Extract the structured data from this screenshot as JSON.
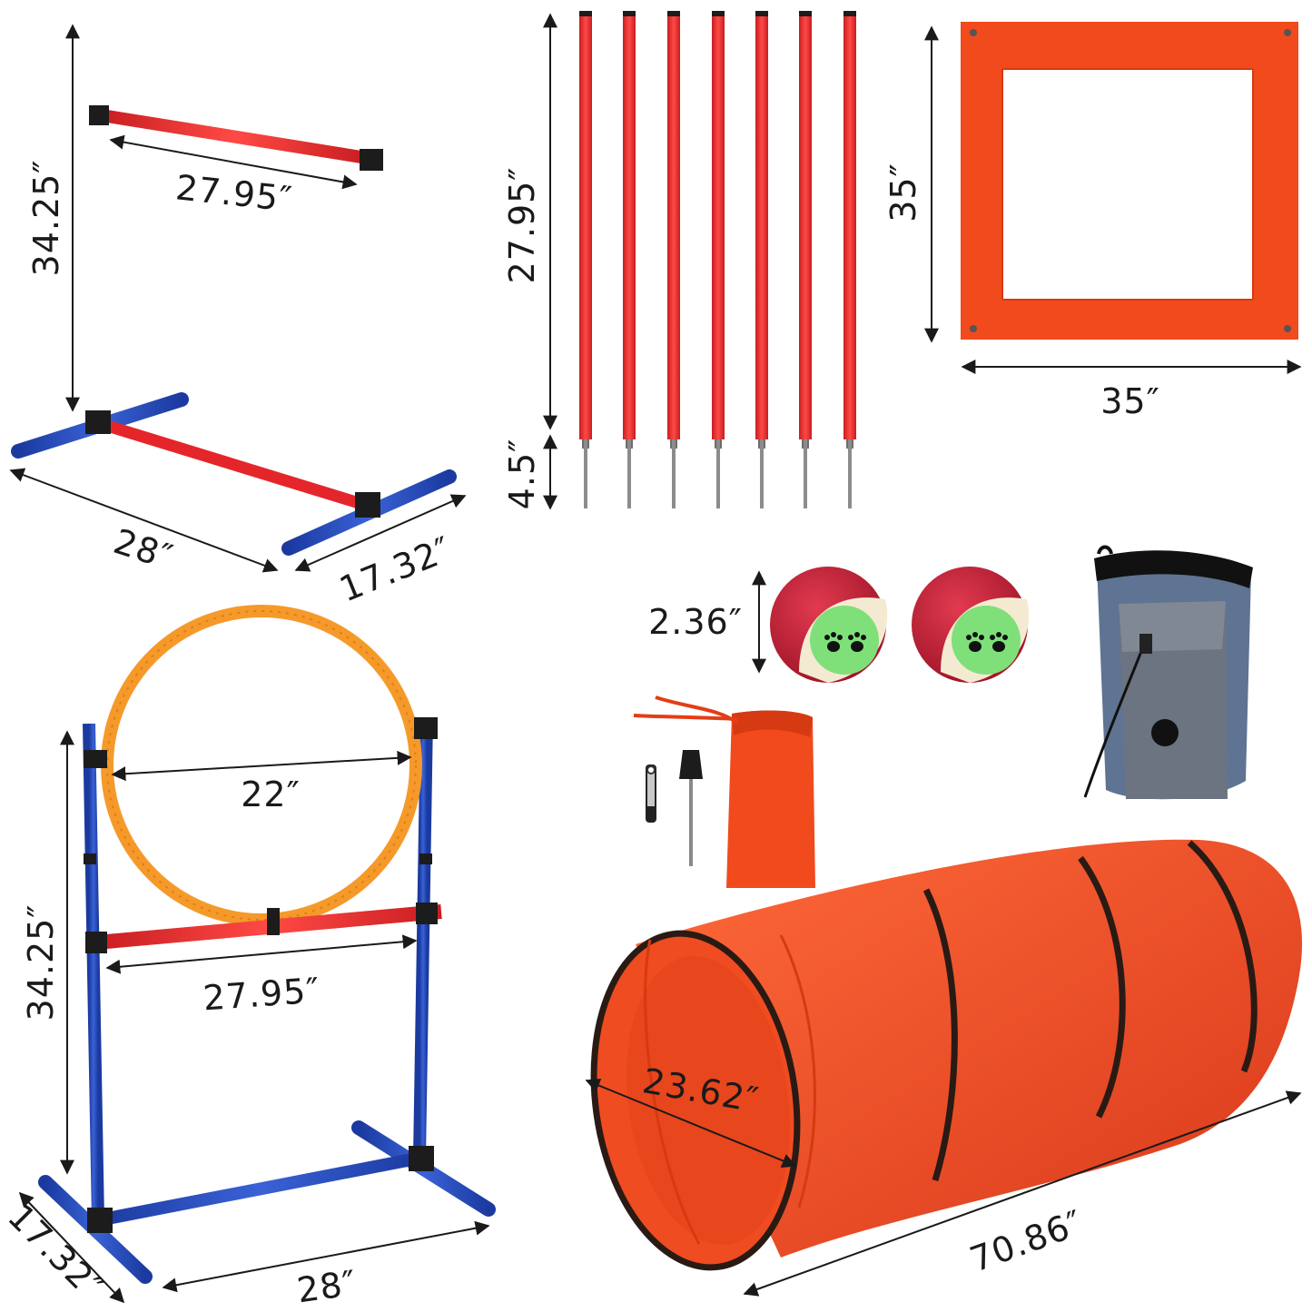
{
  "colors": {
    "blue_pole": "#2347b8",
    "red_bar": "#e4262a",
    "orange_hoop": "#f59a2a",
    "fabric_orange": "#f04a1d",
    "tunnel_orange": "#ef4c22",
    "tennis_red": "#c9223a",
    "tennis_green": "#7fe07a",
    "bag_gray": "#6b7480",
    "bag_blue": "#59708f",
    "connector": "#1c1c1c"
  },
  "labels": {
    "jump_height": "34.25″",
    "jump_bar_width": "27.95″",
    "jump_base_length": "28″",
    "jump_base_depth": "17.32″",
    "pole_height": "27.95″",
    "pole_spike": "4.5″",
    "pause_box_height": "35″",
    "pause_box_width": "35″",
    "ball_diameter": "2.36″",
    "hoop_diameter": "22″",
    "hoop_height": "34.25″",
    "hoop_bar_width": "27.95″",
    "hoop_base_length": "28″",
    "hoop_base_depth": "17.32″",
    "tunnel_diameter": "23.62″",
    "tunnel_length": "70.86″"
  },
  "icons": {
    "paw": "paw-icon",
    "whistle": "whistle-icon",
    "stake": "stake-icon"
  }
}
